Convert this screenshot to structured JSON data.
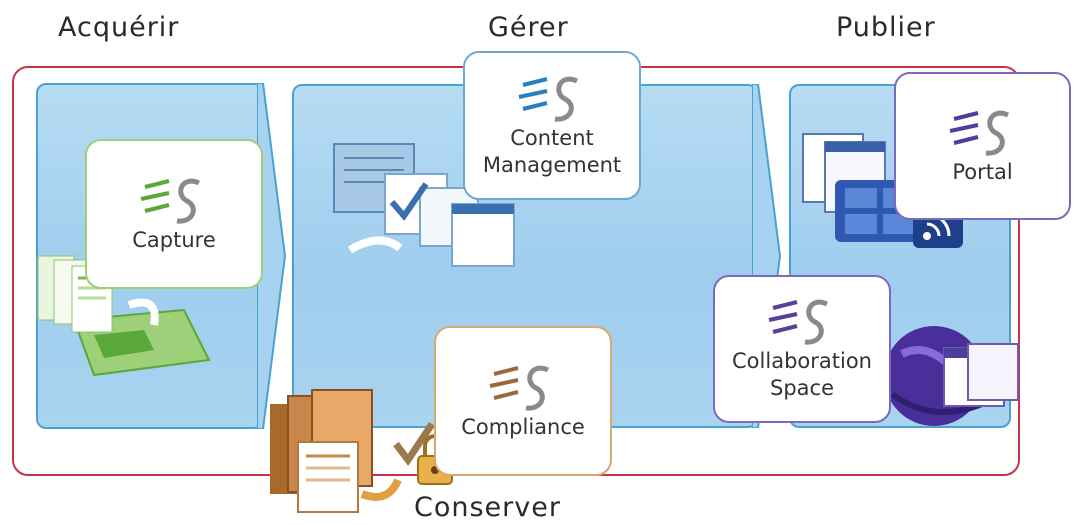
{
  "stages": {
    "acquire": "Acquérir",
    "manage": "Gérer",
    "publish": "Publier",
    "preserve": "Conserver"
  },
  "cards": {
    "capture": "Capture",
    "content_management_line1": "Content",
    "content_management_line2": "Management",
    "portal": "Portal",
    "collaboration_line1": "Collaboration",
    "collaboration_line2": "Space",
    "compliance": "Compliance"
  },
  "colors": {
    "frame": "#c8324a",
    "panel_border": "#4aa3cf",
    "capture": "#5aa83a",
    "content_management": "#2a7fc0",
    "portal": "#4a3f9a",
    "collaboration": "#5a3f9a",
    "compliance": "#9a6a3a"
  }
}
